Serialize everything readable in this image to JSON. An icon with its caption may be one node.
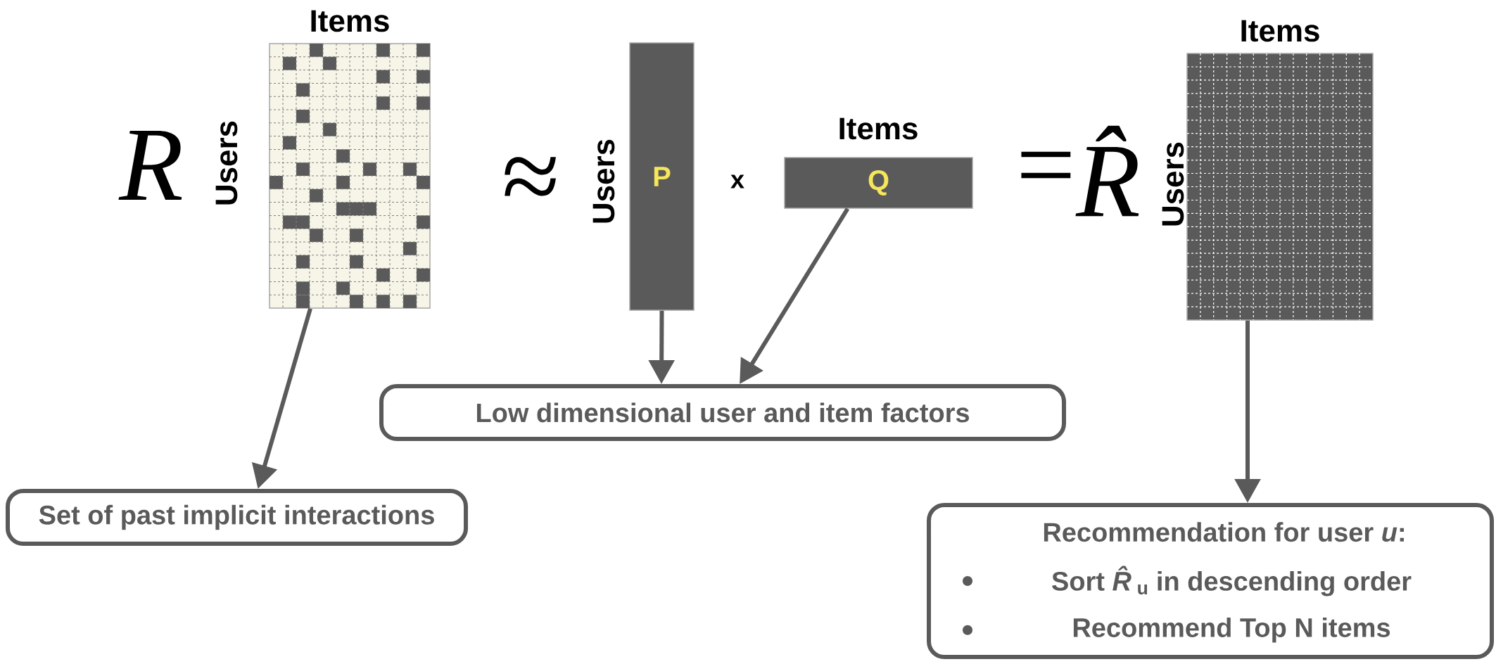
{
  "diagram": {
    "nodes": [
      {
        "text": [],
        "shape": "box",
        "beside": [
          "Items",
          "Users"
        ]
      },
      {
        "text": [
          "P"
        ],
        "beside": [
          "Users"
        ]
      },
      {
        "text": [
          "Q"
        ],
        "beside": [
          "Items"
        ]
      },
      {
        "text": [],
        "shape": "box",
        "beside": [
          "Items",
          "Users"
        ]
      },
      {
        "text": [
          "Low dimensional user and item factors"
        ]
      },
      {
        "text": [
          "Set of past implicit interactions"
        ]
      },
      {
        "text": [
          "Recommendation for user *u*:",
          "Sort *R̂*$_{u}$ in descending order",
          "Recommend Top N items"
        ]
      }
    ],
    "edges": [
      {
        "from": 0,
        "to": 5,
        "arrow": "to"
      },
      {
        "from": 1,
        "to": 4,
        "arrow": "to"
      },
      {
        "from": 2,
        "to": 4,
        "arrow": "to"
      },
      {
        "from": 3,
        "to": 6,
        "arrow": "to"
      }
    ],
    "labels": [
      "R",
      "≈",
      "x",
      "=",
      "R̂"
    ]
  }
}
